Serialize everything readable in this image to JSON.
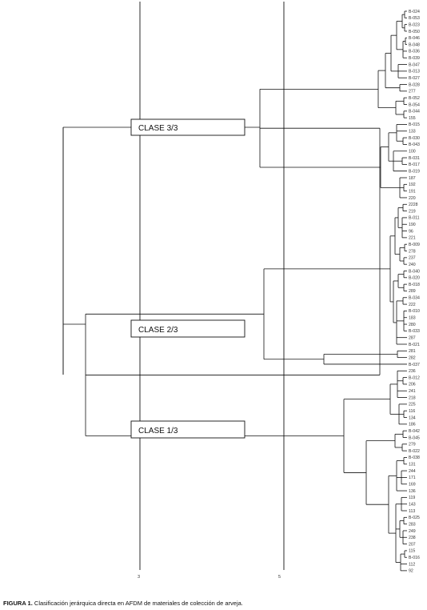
{
  "reference_lines": [
    {
      "label": "3"
    },
    {
      "label": "5"
    }
  ],
  "classes": [
    {
      "label": "CLASE 3/3"
    },
    {
      "label": "CLASE 2/3"
    },
    {
      "label": "CLASE 1/3"
    }
  ],
  "leaves": [
    "B-024",
    "B-053",
    "B-023",
    "B-050",
    "B-046",
    "B-048",
    "B-036",
    "B-039",
    "B-047",
    "B-013",
    "B-027",
    "B-028",
    "277",
    "B-052",
    "B-054",
    "B-044",
    "155",
    "B-015",
    "133",
    "B-030",
    "B-043",
    "100",
    "B-031",
    "B-017",
    "B-019",
    "187",
    "192",
    "191",
    "220",
    "2228",
    "219",
    "B-011",
    "190",
    "96",
    "221",
    "B-009",
    "278",
    "237",
    "240",
    "B-040",
    "B-020",
    "B-018",
    "289",
    "B-034",
    "222",
    "B-010",
    "183",
    "280",
    "B-033",
    "287",
    "B-021",
    "281",
    "282",
    "B-037",
    "236",
    "B-012",
    "206",
    "241",
    "218",
    "225",
    "116",
    "134",
    "186",
    "B-042",
    "B-045",
    "279",
    "B-022",
    "B-038",
    "131",
    "244",
    "171",
    "169",
    "136",
    "119",
    "143",
    "113",
    "B-025",
    "283",
    "249",
    "238",
    "207",
    "115",
    "B-016",
    "112",
    "92"
  ],
  "caption": {
    "label": "FIGURA 1.",
    "text": "Clasificación jerárquica directa en AFDM de materiales de colección de arveja."
  }
}
